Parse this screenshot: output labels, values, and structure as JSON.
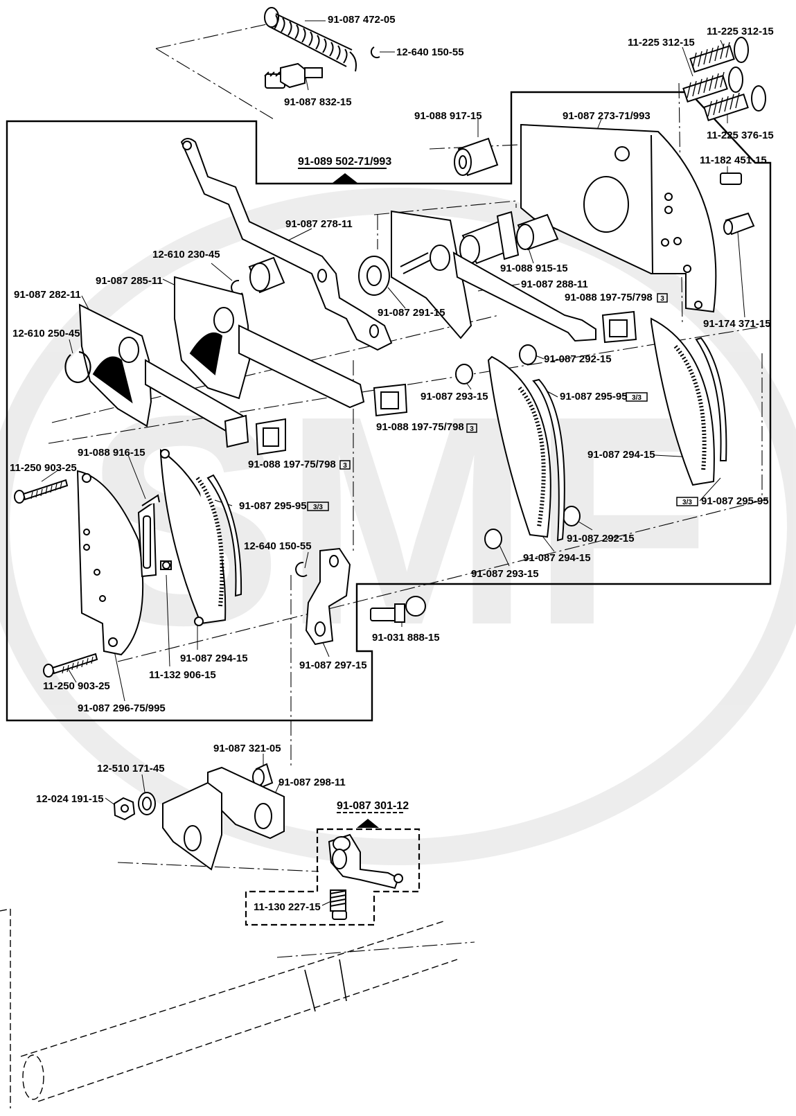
{
  "diagram": {
    "watermark": "SMF",
    "assembly_labels": {
      "main_assembly": "91-089 502-71/993",
      "sub_assembly": "91-087 301-12"
    },
    "parts": {
      "p_spring": "91-087 472-05",
      "p_eclip_top": "12-640 150-55",
      "p_stud_top": "91-087 832-15",
      "p_screw_a": "11-225 312-15",
      "p_screw_b": "11-225 312-15",
      "p_screw_c": "11-225 376-15",
      "p_sleeve": "91-088 917-15",
      "p_plate": "91-087 273-71/993",
      "p_screw_small": "11-182 451-15",
      "p_lever_top": "91-087 278-11",
      "p_eclip_left": "12-610 230-45",
      "p_stud_mid": "91-088 915-15",
      "p_cam_mid": "91-087 285-11",
      "p_cam_right": "91-087 288-11",
      "p_cam_left": "91-087 282-11",
      "p_washer_mid": "91-087 291-15",
      "p_slide_right": "91-088 197-75/798",
      "p_standoff": "91-174 371-15",
      "p_ring_left": "12-610 250-45",
      "p_spacer_a": "91-087 292-15",
      "p_spacer_b": "91-087 293-15",
      "p_scale_mid": "91-087 295-95",
      "p_slide_mid": "91-088 197-75/798",
      "p_slide_left": "91-088 197-75/798",
      "p_gear_right": "91-087 294-15",
      "p_scale_right": "91-087 295-95",
      "p_clip_left": "91-088 916-15",
      "p_screw_left_top": "11-250 903-25",
      "p_scale_left": "91-087 295-95",
      "p_eclip_mid": "12-640 150-55",
      "p_spacer_c": "91-087 292-15",
      "p_spacer_d": "91-087 293-15",
      "p_gear_mid": "91-087 294-15",
      "p_ball_stud": "91-031 888-15",
      "p_gear_left": "91-087 294-15",
      "p_bracket": "91-087 297-15",
      "p_pin_left": "11-132 906-15",
      "p_screw_left_bot": "11-250 903-25",
      "p_plate_left": "91-087 296-75/995",
      "p_bushing": "91-087 321-05",
      "p_washer_lock": "12-510 171-45",
      "p_nut": "12-024 191-15",
      "p_ubracket": "91-087 298-11",
      "p_setscrew": "11-130 227-15"
    },
    "qty_badges": {
      "b_slide_right": "3",
      "b_scale_mid": "3/3",
      "b_slide_mid": "3",
      "b_slide_left": "3",
      "b_scale_right": "3/3",
      "b_scale_left": "3/3"
    }
  }
}
